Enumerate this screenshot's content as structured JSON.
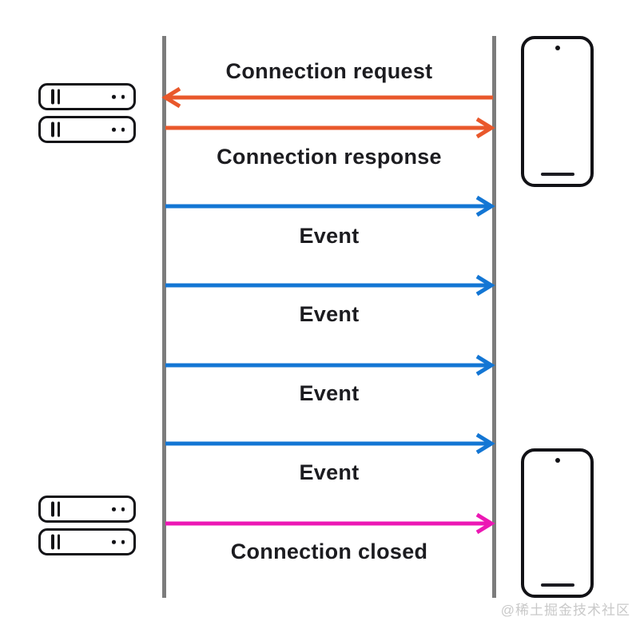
{
  "colors": {
    "orange": "#E9582B",
    "blue": "#1376D4",
    "magenta": "#EC18B4",
    "lifeline_gray": "#7C7C7C",
    "icon_black": "#121216",
    "label_text": "#1C1C20",
    "watermark_gray": "#C9C9C9"
  },
  "icons": {
    "left_actor": "server-icon",
    "right_actor": "smartphone-icon"
  },
  "diagram": {
    "type": "sequence",
    "left_actor": "server",
    "right_actor": "client phone",
    "messages": [
      {
        "label": "Connection request",
        "direction": "right-to-left",
        "arrow_color": "#E9582B"
      },
      {
        "label": "Connection response",
        "direction": "left-to-right",
        "arrow_color": "#E9582B"
      },
      {
        "label": "Event",
        "direction": "left-to-right",
        "arrow_color": "#1376D4"
      },
      {
        "label": "Event",
        "direction": "left-to-right",
        "arrow_color": "#1376D4"
      },
      {
        "label": "Event",
        "direction": "left-to-right",
        "arrow_color": "#1376D4"
      },
      {
        "label": "Event",
        "direction": "left-to-right",
        "arrow_color": "#1376D4"
      },
      {
        "label": "Connection closed",
        "direction": "left-to-right",
        "arrow_color": "#EC18B4"
      }
    ]
  },
  "watermark": {
    "text": "@稀土掘金技术社区"
  }
}
